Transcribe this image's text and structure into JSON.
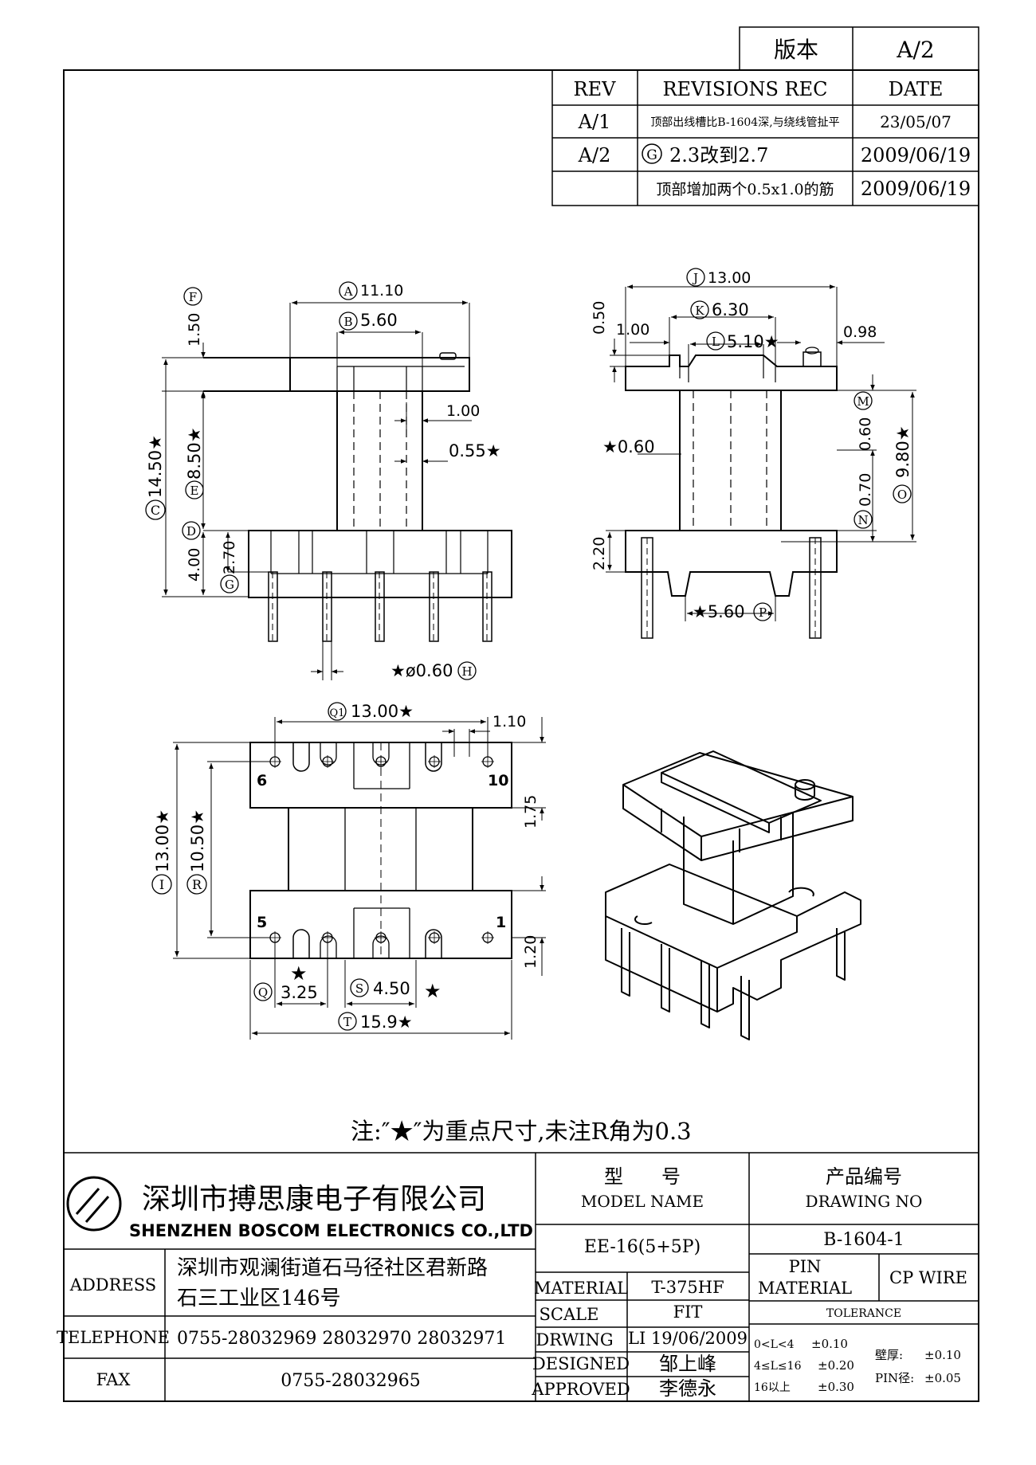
{
  "version_box": {
    "label": "版本",
    "value": "A/2"
  },
  "revisions": {
    "headers": {
      "rev": "REV",
      "rec": "REVISIONS REC",
      "date": "DATE"
    },
    "rows": [
      {
        "rev": "A/1",
        "marker": "",
        "rec": "顶部出线槽比B-1604深,与绕线管扯平",
        "date": "23/05/07"
      },
      {
        "rev": "A/2",
        "marker": "G",
        "rec": "2.3改到2.7",
        "date": "2009/06/19"
      },
      {
        "rev": "",
        "marker": "",
        "rec": "顶部增加两个0.5x1.0的筋",
        "date": "2009/06/19"
      }
    ]
  },
  "dimensions": {
    "A": "11.10",
    "B": "5.60",
    "C": "14.50★",
    "E": "8.50★",
    "F_val": "1.50",
    "D_val": "4.00",
    "G_val": "2.70",
    "d100": "1.00",
    "d055": "0.55★",
    "H": "★ø0.60",
    "J": "13.00",
    "K": "6.30",
    "L": "5.10★",
    "d050": "0.50",
    "d100b": "1.00",
    "d098": "0.98",
    "d060": "★0.60",
    "M": "0.60",
    "N": "0.70",
    "O": "9.80★",
    "d220": "2.20",
    "P": "★5.60",
    "Q1": "13.00★",
    "d110": "1.10",
    "I": "13.00★",
    "R": "10.50★",
    "d175": "1.75",
    "d120": "1.20",
    "Q": "3.25",
    "S": "4.50",
    "T": "15.9★",
    "star": "★"
  },
  "pin_labels": {
    "p6": "6",
    "p10": "10",
    "p5": "5",
    "p1": "1"
  },
  "note": "注:″★″为重点尺寸,未注R角为0.3",
  "company": {
    "cn": "深圳市搏思康电子有限公司",
    "en": "SHENZHEN BOSCOM ELECTRONICS CO.,LTD"
  },
  "model": {
    "label_cn": "型　　号",
    "label_en": "MODEL NAME",
    "value": "EE-16(5+5P)"
  },
  "drawing": {
    "label_cn": "产品编号",
    "label_en": "DRAWING NO",
    "value": "B-1604-1"
  },
  "address": {
    "label": "ADDRESS",
    "line1": "深圳市观澜街道石马径社区君新路",
    "line2": "石三工业区146号"
  },
  "telephone": {
    "label": "TELEPHONE",
    "value": "0755-28032969 28032970 28032971"
  },
  "fax": {
    "label": "FAX",
    "value": "0755-28032965"
  },
  "material": {
    "label": "MATERIAL",
    "value": "T-375HF"
  },
  "scale": {
    "label": "SCALE",
    "value": "FIT"
  },
  "drwing": {
    "label": "DRWING",
    "value": "LI 19/06/2009"
  },
  "designed": {
    "label": "DESIGNED",
    "value": "邹上峰"
  },
  "approved": {
    "label": "APPROVED",
    "value": "李德永"
  },
  "pin_material": {
    "label1": "PIN",
    "label2": "MATERIAL",
    "value": "CP WIRE"
  },
  "tolerance": {
    "label": "TOLERANCE",
    "rows": [
      {
        "range": "0<L<4",
        "value": "±0.10"
      },
      {
        "range": "4≤L≤16",
        "value": "±0.20"
      },
      {
        "range": "16以上",
        "value": "±0.30"
      }
    ],
    "wall": {
      "label": "壁厚:",
      "value": "±0.10"
    },
    "pin": {
      "label": "PIN径:",
      "value": "±0.05"
    }
  }
}
